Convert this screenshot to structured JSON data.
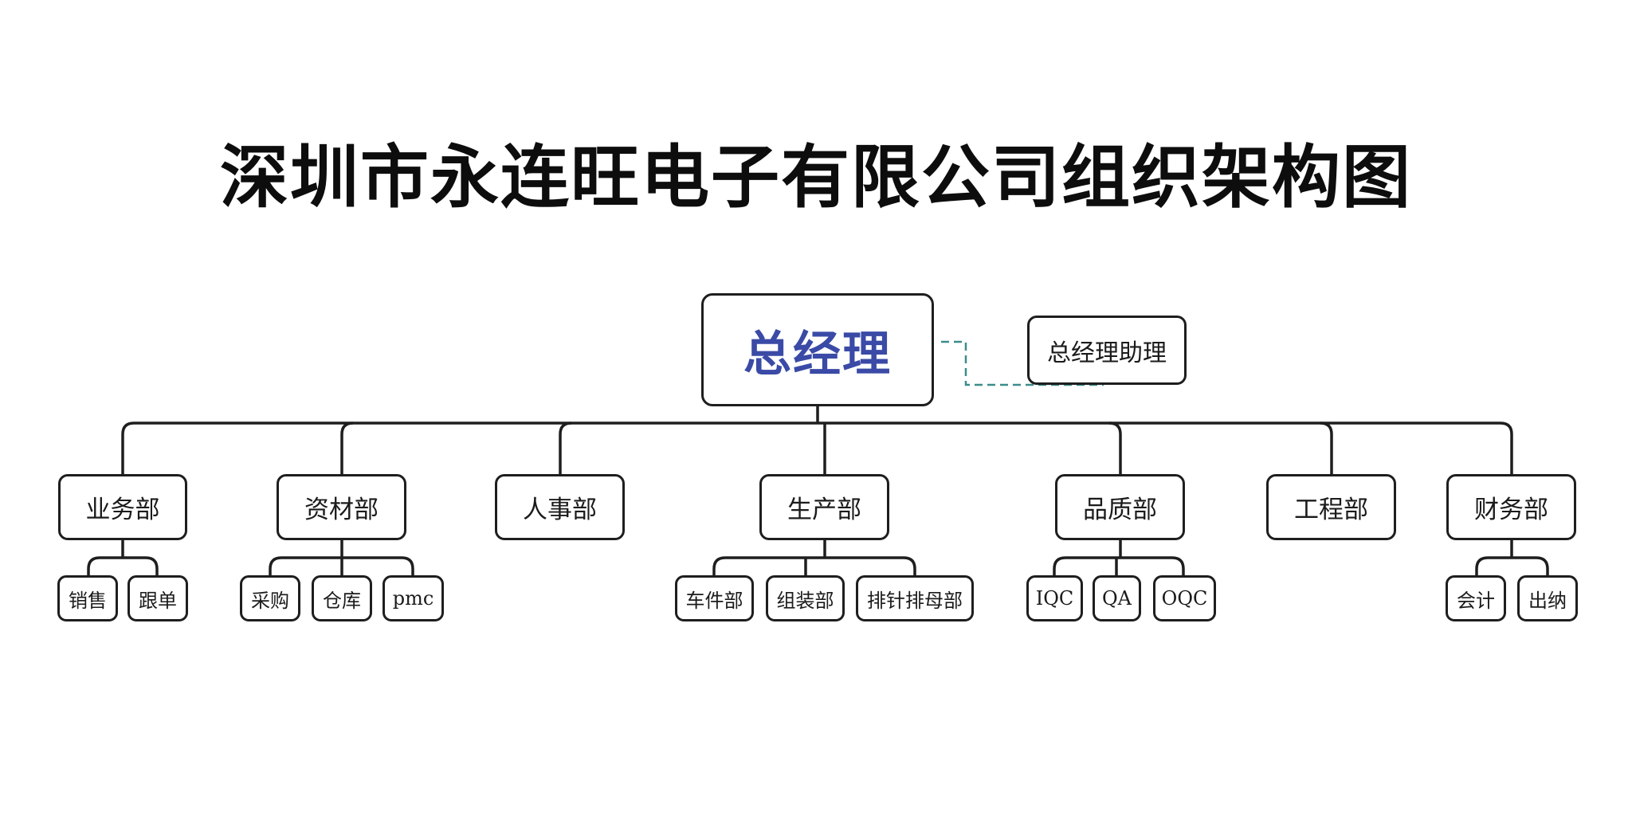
{
  "title": "深圳市永连旺电子有限公司组织架构图",
  "root": {
    "label": "总经理"
  },
  "assistant": {
    "label": "总经理助理"
  },
  "colors": {
    "root_text": "#3a4aa6",
    "line": "#1e1e1e",
    "dashed_link": "#3d8c8c"
  },
  "departments": [
    {
      "label": "业务部",
      "children": [
        "销售",
        "跟单"
      ]
    },
    {
      "label": "资材部",
      "children": [
        "采购",
        "仓库",
        "pmc"
      ]
    },
    {
      "label": "人事部",
      "children": []
    },
    {
      "label": "生产部",
      "children": [
        "车件部",
        "组装部",
        "排针排母部"
      ]
    },
    {
      "label": "品质部",
      "children": [
        "IQC",
        "QA",
        "OQC"
      ]
    },
    {
      "label": "工程部",
      "children": []
    },
    {
      "label": "财务部",
      "children": [
        "会计",
        "出纳"
      ]
    }
  ]
}
